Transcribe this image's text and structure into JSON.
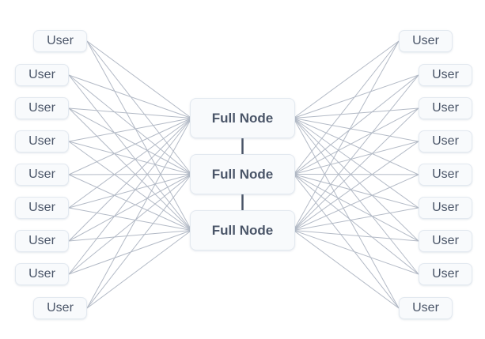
{
  "diagram": {
    "left_users": [
      {
        "label": "User"
      },
      {
        "label": "User"
      },
      {
        "label": "User"
      },
      {
        "label": "User"
      },
      {
        "label": "User"
      },
      {
        "label": "User"
      },
      {
        "label": "User"
      },
      {
        "label": "User"
      },
      {
        "label": "User"
      }
    ],
    "full_nodes": [
      {
        "label": "Full Node"
      },
      {
        "label": "Full Node"
      },
      {
        "label": "Full Node"
      }
    ],
    "right_users": [
      {
        "label": "User"
      },
      {
        "label": "User"
      },
      {
        "label": "User"
      },
      {
        "label": "User"
      },
      {
        "label": "User"
      },
      {
        "label": "User"
      },
      {
        "label": "User"
      },
      {
        "label": "User"
      },
      {
        "label": "User"
      }
    ],
    "topology": {
      "left_mesh": "every left user connects to every full node",
      "right_mesh": "every right user connects to every full node",
      "full_node_chain": "full nodes linked vertically in sequence"
    },
    "colors": {
      "background": "#ffffff",
      "box_fill": "#f8fafc",
      "box_border": "#e3e9f0",
      "box_text": "#4a5568",
      "mesh_line": "#b3bac6",
      "node_link": "#4a5568"
    }
  }
}
